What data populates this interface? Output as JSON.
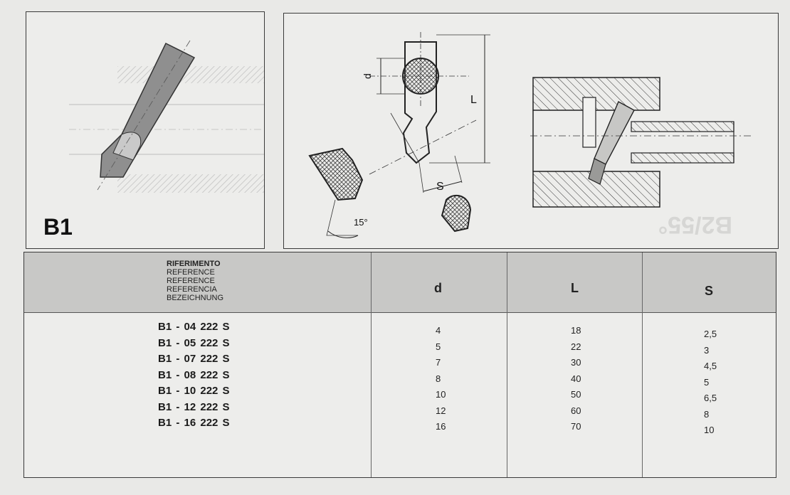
{
  "figure": {
    "title": "B1",
    "labels": {
      "d": "d",
      "L": "L",
      "S": "S",
      "angle": "15°"
    }
  },
  "table": {
    "reference_header": [
      "RIFERIMENTO",
      "REFERENCE",
      "REFERENCE",
      "REFERENCIA",
      "BEZEICHNUNG"
    ],
    "column_headers": {
      "d": "d",
      "L": "L",
      "S": "S"
    },
    "rows": [
      {
        "ref": "B1 - 04  222 S",
        "d": "4",
        "L": "18",
        "S": "2,5"
      },
      {
        "ref": "B1 - 05  222 S",
        "d": "5",
        "L": "22",
        "S": "3"
      },
      {
        "ref": "B1 - 07  222 S",
        "d": "7",
        "L": "30",
        "S": "4,5"
      },
      {
        "ref": "B1 - 08  222 S",
        "d": "8",
        "L": "40",
        "S": "5"
      },
      {
        "ref": "B1 - 10  222 S",
        "d": "10",
        "L": "50",
        "S": "6,5"
      },
      {
        "ref": "B1 - 12  222 S",
        "d": "12",
        "L": "60",
        "S": "8"
      },
      {
        "ref": "B1 - 16  222 S",
        "d": "16",
        "L": "70",
        "S": "10"
      }
    ]
  }
}
